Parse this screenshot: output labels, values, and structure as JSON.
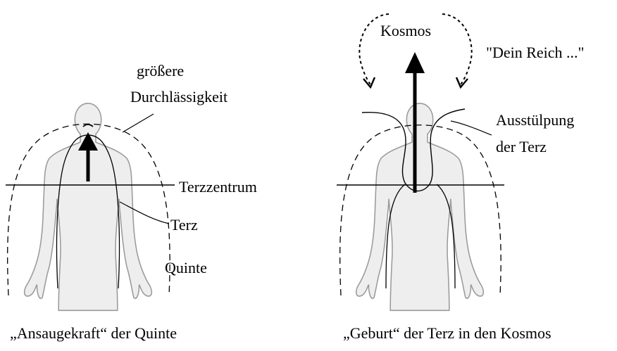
{
  "left_panel": {
    "labels": {
      "permeability_line1": "größere",
      "permeability_line2": "Durchlässigkeit",
      "third_center": "Terzzentrum",
      "third": "Terz",
      "fifth": "Quinte"
    },
    "caption": "„Ansaugekraft“ der Quinte"
  },
  "right_panel": {
    "labels": {
      "cosmos": "Kosmos",
      "kingdom": "\"Dein Reich ...\"",
      "protrusion_line1": "Ausstülpung",
      "protrusion_line2": "der Terz"
    },
    "caption": "„Geburt“ der Terz in den Kosmos"
  },
  "colors": {
    "ink": "#000000",
    "body_fill": "#eeeeee",
    "body_outline": "#9a9a9a"
  }
}
